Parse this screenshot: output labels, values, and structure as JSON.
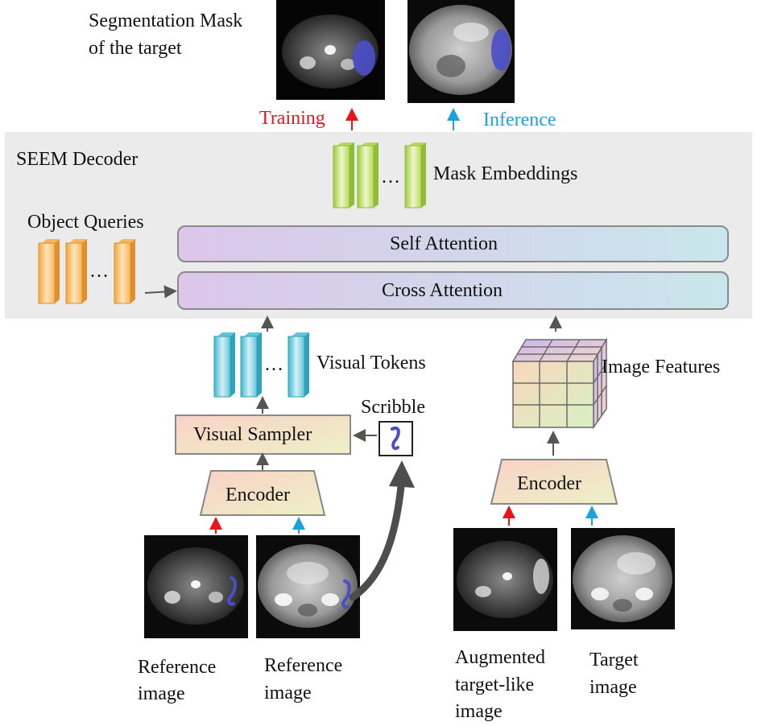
{
  "top": {
    "segmentation_label_line1": "Segmentation Mask",
    "segmentation_label_line2": "of the target",
    "training_label": "Training",
    "inference_label": "Inference"
  },
  "decoder": {
    "title": "SEEM Decoder",
    "mask_embeddings_label": "Mask Embeddings",
    "object_queries_label": "Object Queries",
    "self_attention_label": "Self Attention",
    "cross_attention_label": "Cross Attention",
    "ellipsis": "…"
  },
  "left_branch": {
    "visual_tokens_label": "Visual Tokens",
    "visual_sampler_label": "Visual Sampler",
    "encoder_label": "Encoder",
    "scribble_label": "Scribble",
    "reference_image_1_line1": "Reference",
    "reference_image_1_line2": "image",
    "reference_image_2_line1": "Reference",
    "reference_image_2_line2": "image"
  },
  "right_branch": {
    "image_features_label": "Image Features",
    "encoder_label": "Encoder",
    "augmented_line1": "Augmented",
    "augmented_line2": "target-like",
    "augmented_line3": "image",
    "target_line1": "Target",
    "target_line2": "image"
  },
  "colors": {
    "training_arrow": "#e8161b",
    "inference_arrow": "#1aa3dc",
    "decoder_bg": "#ebebeb",
    "mask_embedding_green": "#9ccc3a",
    "object_query_orange": "#f4a53c",
    "visual_token_cyan": "#3ab7cf",
    "scribble_purple": "#4a4fc9"
  }
}
